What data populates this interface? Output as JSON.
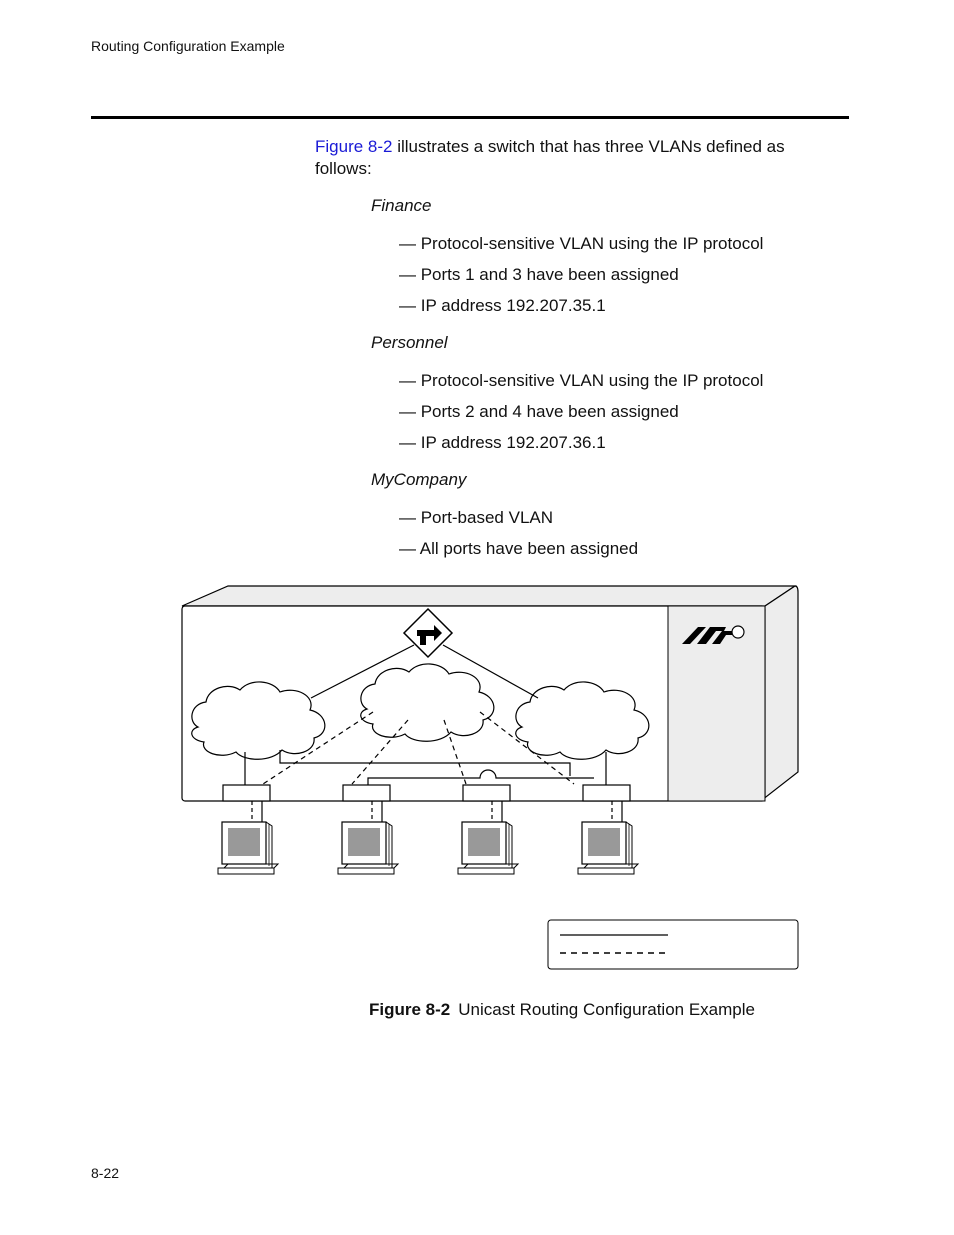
{
  "header": {
    "running_head": "Routing Configuration Example"
  },
  "intro": {
    "xref": "Figure 8-2",
    "text": " illustrates a switch that has three VLANs defined as follows:"
  },
  "vlans": [
    {
      "name": "Finance",
      "items": [
        "— Protocol-sensitive VLAN using the IP protocol",
        "— Ports 1 and 3 have been assigned",
        "— IP address 192.207.35.1"
      ]
    },
    {
      "name": "Personnel",
      "items": [
        "— Protocol-sensitive VLAN using the IP protocol",
        "— Ports 2 and 4 have been assigned",
        "— IP address 192.207.36.1"
      ]
    },
    {
      "name": "MyCompany",
      "items": [
        "— Port-based VLAN",
        "— All ports have been assigned"
      ]
    }
  ],
  "figure": {
    "caption_number": "Figure 8-2",
    "caption_text": "Unicast Routing Configuration Example",
    "icons": [
      "router-icon",
      "cloud-icon",
      "workstation-icon",
      "logo-icon"
    ]
  },
  "footer": {
    "page_number": "8-22"
  }
}
